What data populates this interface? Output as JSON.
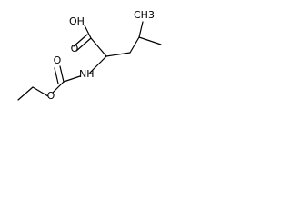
{
  "molecule": {
    "atoms": {
      "oh": "OH",
      "carbonyl_o_acid": "O",
      "methyl": "CH3",
      "nh": "NH",
      "carbonyl_o_carbamate": "O",
      "ester_o": "O"
    }
  },
  "colors": {
    "bond": "#000000",
    "label": "#000000",
    "background": "#ffffff"
  }
}
